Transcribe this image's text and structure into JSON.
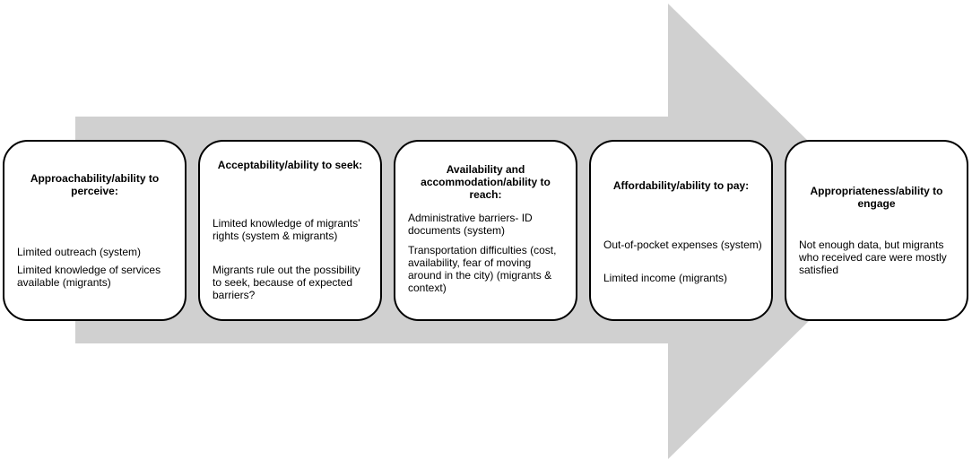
{
  "colors": {
    "arrow_fill": "#d0d0d0",
    "box_border": "#000000",
    "box_fill": "#ffffff"
  },
  "boxes": [
    {
      "title": "Approachability/ability to perceive:",
      "items": [
        "Limited outreach (system)",
        "Limited knowledge of services available (migrants)"
      ]
    },
    {
      "title": "Acceptability/ability to seek:",
      "items": [
        "Limited knowledge of migrants’ rights (system & migrants)",
        "Migrants rule out the possibility to seek, because of expected barriers?"
      ]
    },
    {
      "title": "Availability and accommodation/ability to reach:",
      "items": [
        "Administrative barriers- ID documents (system)",
        "Transportation difficulties (cost, availability, fear of moving around in the city) (migrants & context)"
      ]
    },
    {
      "title": "Affordability/ability to pay:",
      "items": [
        "Out-of-pocket expenses (system)",
        "Limited income (migrants)"
      ]
    },
    {
      "title": "Appropriateness/ability to engage",
      "items": [
        "Not enough data, but migrants who received care were mostly satisfied"
      ]
    }
  ]
}
